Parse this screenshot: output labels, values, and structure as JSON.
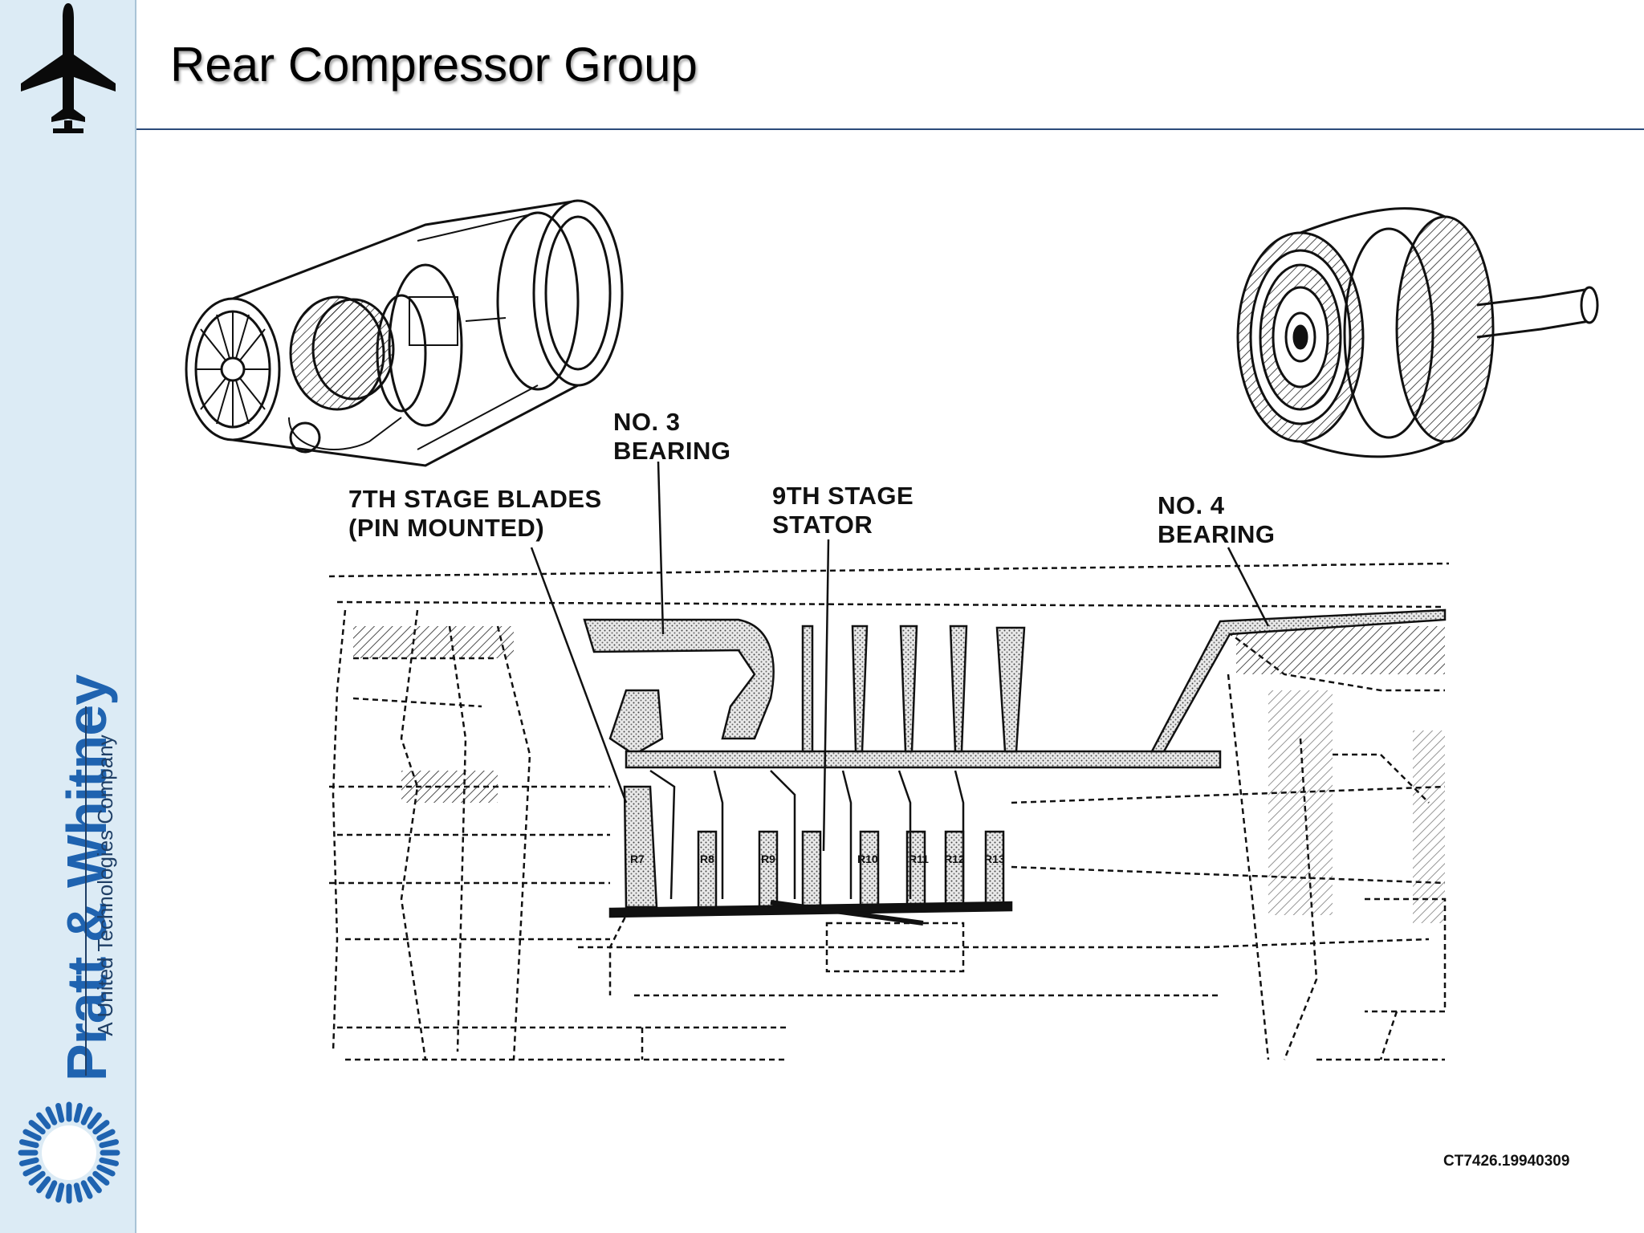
{
  "slide": {
    "title": "Rear Compressor Group"
  },
  "sidebar": {
    "brand_name": "Pratt & Whitney",
    "brand_tagline": "A United Technologies Company",
    "colors": {
      "background": "#dcebf5",
      "brand_blue": "#1f63b0",
      "navy": "#1f3f66"
    },
    "icons": [
      "airplane-icon",
      "pratt-whitney-eagle-logo"
    ]
  },
  "diagram": {
    "callouts": {
      "no3_bearing": "NO. 3\nBEARING",
      "stage7_blades": "7TH STAGE BLADES\n(PIN MOUNTED)",
      "stage9_stator": "9TH STAGE\nSTATOR",
      "no4_bearing": "NO. 4\nBEARING"
    },
    "rotor_labels": [
      "R7",
      "R8",
      "R9",
      "R10",
      "R11",
      "R12",
      "R13"
    ],
    "figure_ref": "CT7426.19940309"
  }
}
